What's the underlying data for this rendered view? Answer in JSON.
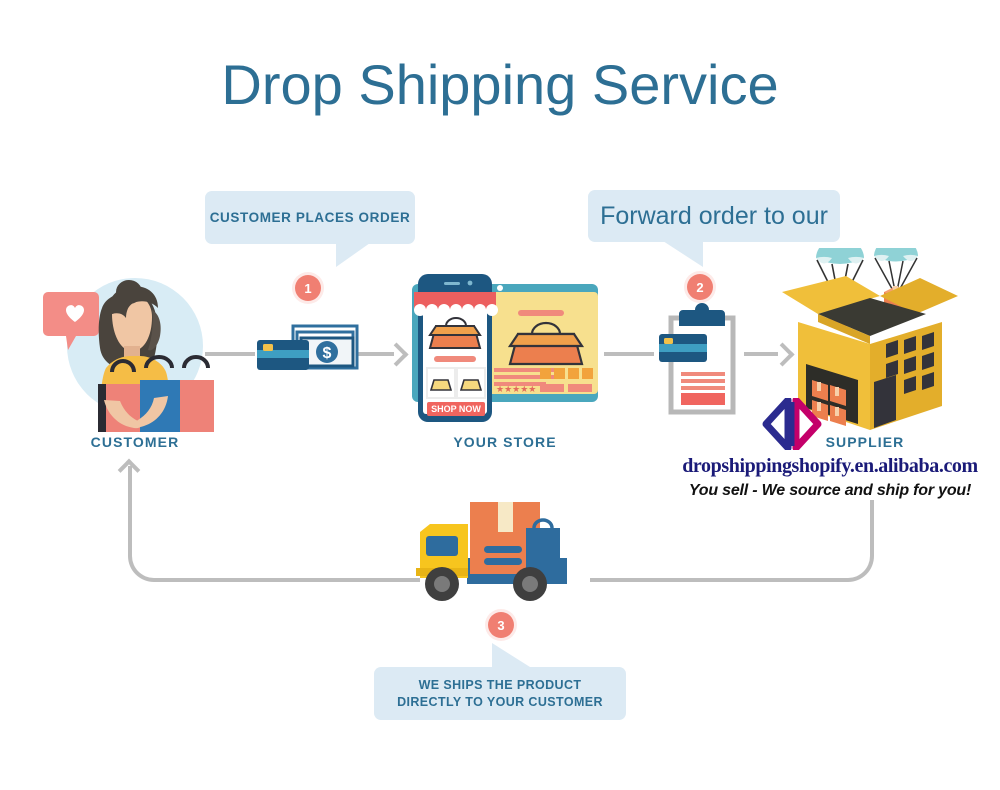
{
  "title": "Drop Shipping Service",
  "callouts": [
    {
      "id": "customer-places-order",
      "text": "CUSTOMER PLACES ORDER"
    },
    {
      "id": "forward-order",
      "text": "Forward order to our"
    },
    {
      "id": "we-ship",
      "line1": "WE  SHIPS THE PRODUCT",
      "line2": "DIRECTLY TO YOUR CUSTOMER"
    }
  ],
  "steps": {
    "one": "1",
    "two": "2",
    "three": "3"
  },
  "nodes": {
    "customer": "CUSTOMER",
    "store": "YOUR STORE",
    "supplier": "SUPPLIER"
  },
  "brand": {
    "url": "dropshippingshopify.en.alibaba.com",
    "tagline": "You sell - We source and ship for you!"
  },
  "store_graphic": {
    "shop_now": "SHOP NOW"
  },
  "colors": {
    "title_blue": "#2d6f94",
    "bubble_bg": "#dceaf4",
    "step_coral": "#f07f72",
    "connector_gray": "#bdbdbd",
    "brand_navy": "#1a1a78",
    "logo_blue": "#2b2b8f",
    "logo_magenta": "#c4006a",
    "warehouse_yellow": "#f0bf3a",
    "box_orange": "#ec7f4e",
    "truck_yellow": "#f7c51e",
    "truck_blue": "#2e6c9e"
  }
}
